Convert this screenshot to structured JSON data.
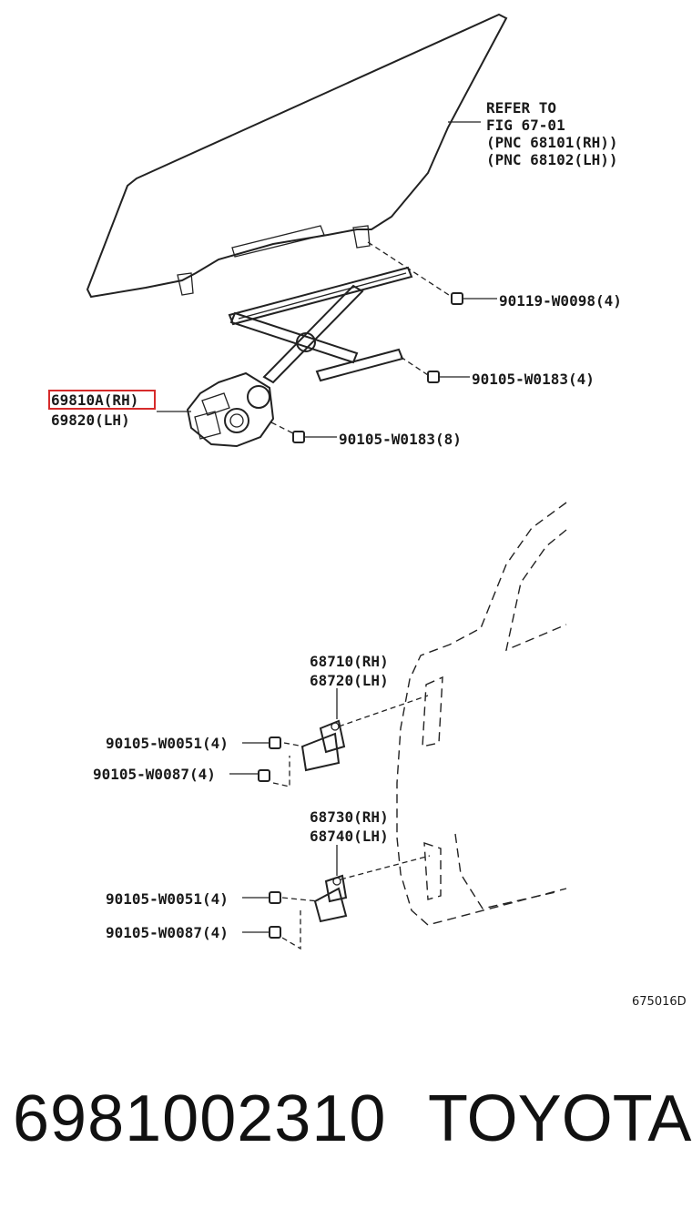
{
  "diagram": {
    "refer_note": [
      "REFER TO",
      "FIG 67-01",
      "(PNC 68101(RH))",
      "(PNC 68102(LH))"
    ],
    "parts": {
      "bolt_top": "90119-W0098(4)",
      "bolt_mid": "90105-W0183(4)",
      "bolt_low": "90105-W0183(8)",
      "regulator_rh": "69810A(RH)",
      "regulator_lh": "69820(LH)",
      "hinge_upper_rh": "68710(RH)",
      "hinge_upper_lh": "68720(LH)",
      "hinge_lower_rh": "68730(RH)",
      "hinge_lower_lh": "68740(LH)",
      "upper_bolt_a": "90105-W0051(4)",
      "upper_bolt_b": "90105-W0087(4)",
      "lower_bolt_a": "90105-W0051(4)",
      "lower_bolt_b": "90105-W0087(4)"
    },
    "figure_code": "675016D",
    "highlight_color": "#d62b2b"
  },
  "footer": {
    "part_number": "6981002310",
    "brand": "TOYOTA"
  }
}
